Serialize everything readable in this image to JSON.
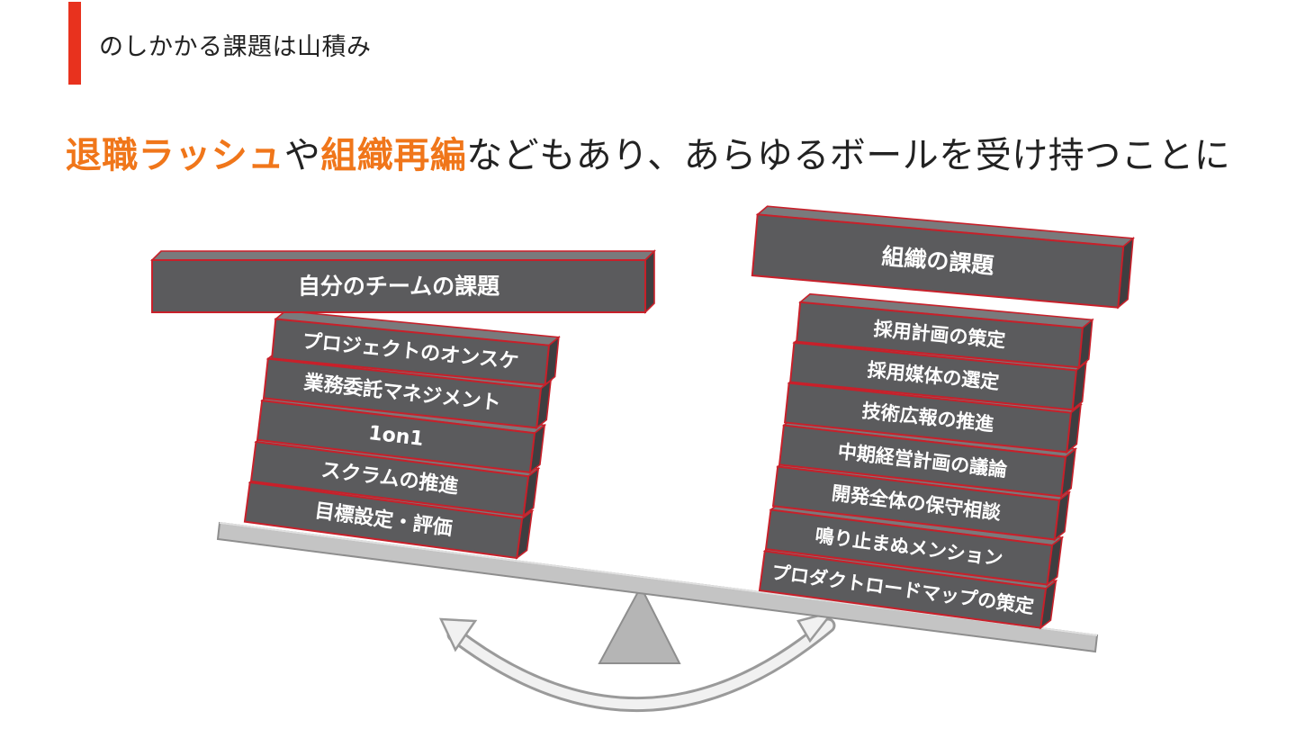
{
  "header": {
    "title": "のしかかる課題は山積み",
    "accent_color": "#e8321e"
  },
  "headline": {
    "part1": "退職ラッシュ",
    "part2": "や",
    "part3": "組織再編",
    "part4": "などもあり、あらゆるボールを受け持つことに",
    "highlight_color": "#f0761a"
  },
  "left_stack": {
    "lid_label": "自分のチームの課題",
    "items": [
      "プロジェクトのオンスケ",
      "業務委託マネジメント",
      "1on1",
      "スクラムの推進",
      "目標設定・評価"
    ]
  },
  "right_stack": {
    "lid_label": "組織の課題",
    "items": [
      "採用計画の策定",
      "採用媒体の選定",
      "技術広報の推進",
      "中期経営計画の議論",
      "開発全体の保守相談",
      "鳴り止まぬメンション",
      "プロダクトロードマップの策定"
    ]
  },
  "colors": {
    "block_fill": "#5b5b5d",
    "block_top": "#7a7a7c",
    "block_side": "#3e3e40",
    "block_edge": "#c8202a",
    "beam": "#c4c4c4",
    "fulcrum": "#b5b5b5"
  }
}
